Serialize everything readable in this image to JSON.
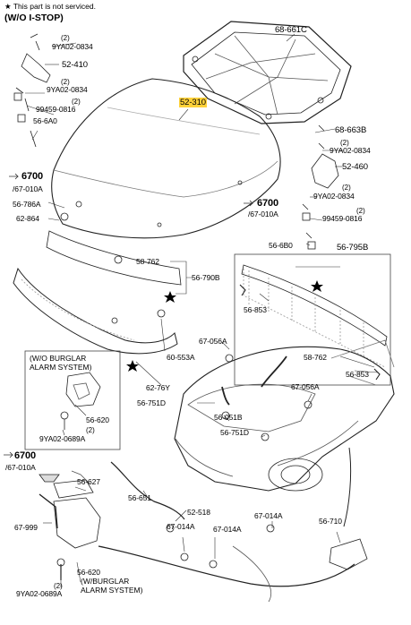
{
  "header": {
    "star": "★",
    "not_serviced": "This part is not serviced.",
    "wo_istop": "(W/O I-STOP)"
  },
  "inset_burglar": {
    "line1": "(W/O BURGLAR",
    "line2": "ALARM SYSTEM)"
  },
  "bottom_note": {
    "line1": "(W/BURGLAR",
    "line2": "ALARM SYSTEM)"
  },
  "labels": {
    "p_9YA02_0834_a": "9YA02-0834",
    "q2_a": "(2)",
    "p_52_410": "52-410",
    "p_9YA02_0834_b": "9YA02-0834",
    "q2_b": "(2)",
    "p_99459_0816_a": "99459-0816",
    "q2_c": "(2)",
    "p_56_6A0": "56-6A0",
    "p_6700_a": "6700",
    "p_67_010A_a": "/67-010A",
    "p_56_786A": "56-786A",
    "p_62_864": "62-864",
    "p_68_661C": "68-661C",
    "p_52_310": "52-310",
    "p_68_663B": "68-663B",
    "q2_d": "(2)",
    "p_9YA02_0834_c": "9YA02-0834",
    "p_52_460": "52-460",
    "q2_e": "(2)",
    "p_6700_b": "6700",
    "p_9YA02_0834_d": "9YA02-0834",
    "p_67_010A_b": "/67-010A",
    "q2_f": "(2)",
    "p_99459_0816_b": "99459-0816",
    "p_56_6B0": "56-6B0",
    "p_56_795B": "56-795B",
    "p_58_762_a": "58-762",
    "p_56_790B": "56-790B",
    "p_56_853_a": "56-853",
    "p_67_056A_a": "67-056A",
    "p_60_553A": "60-553A",
    "p_58_762_b": "58-762",
    "p_56_853_b": "56-853",
    "p_62_76Y": "62-76Y",
    "p_56_751D_a": "56-751D",
    "p_67_056A_b": "67-056A",
    "p_56_051B": "56-051B",
    "p_56_751D_b": "56-751D",
    "p_56_620_a": "56-620",
    "p_9YA02_0689A_a": "9YA02-0689A",
    "q2_g": "(2)",
    "p_6700_c": "6700",
    "p_67_010A_c": "/67-010A",
    "p_56_627": "56-627",
    "p_56_651": "56-651",
    "p_52_518": "52-518",
    "p_67_014A_a": "67-014A",
    "p_67_014A_b": "67-014A",
    "p_67_014A_c": "67-014A",
    "p_56_710": "56-710",
    "p_67_999": "67-999",
    "p_56_620_b": "56-620",
    "p_9YA02_0689A_b": "9YA02-0689A",
    "q2_h": "(2)"
  },
  "colors": {
    "highlight": "#ffd23a",
    "line": "#222222",
    "shade": "#888888"
  }
}
